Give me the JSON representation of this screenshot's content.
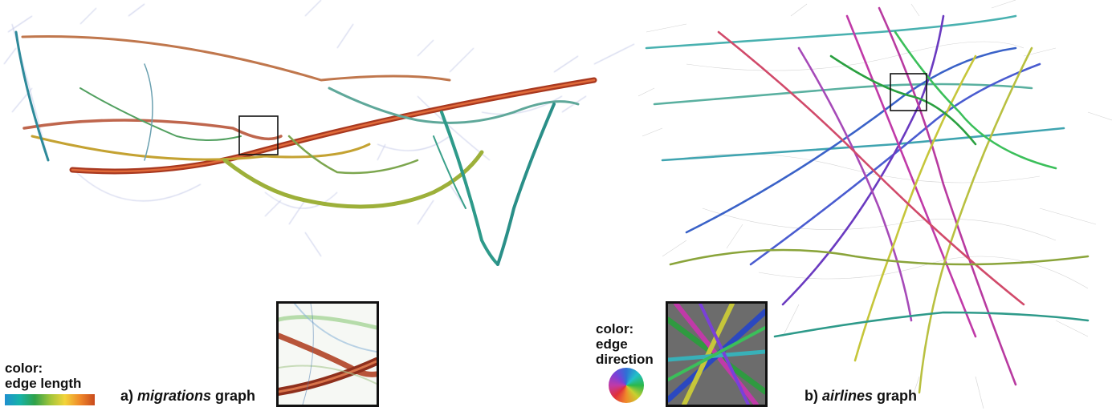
{
  "migrations": {
    "caption_prefix": "a) ",
    "caption_name": "migrations",
    "caption_suffix": " graph",
    "legend_line1": "color:",
    "legend_line2": "edge length",
    "gradient_colors": [
      "#1f8fd0",
      "#16b3a8",
      "#2fa14a",
      "#9ec43a",
      "#f2d43a",
      "#f08a2a",
      "#c94a1d"
    ]
  },
  "airlines": {
    "caption_prefix": "b) ",
    "caption_name": "airlines",
    "caption_suffix": " graph",
    "legend_line1": "color:",
    "legend_line2": "edge",
    "legend_line3": "direction",
    "wheel_colors": [
      "#2f6fd6",
      "#22c0c8",
      "#2bb84a",
      "#c8d030",
      "#f08a2a",
      "#e0303a",
      "#c03aa8",
      "#7a40d8"
    ]
  }
}
